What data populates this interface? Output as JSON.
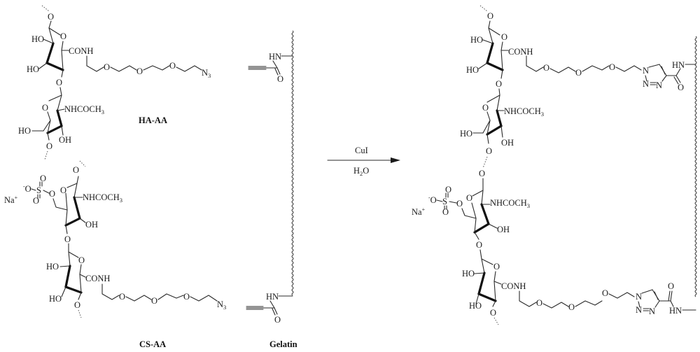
{
  "diagram": {
    "type": "reaction-scheme",
    "reactants": {
      "ha_aa": {
        "label": "HA-AA",
        "groups": {
          "ring1_ho_top": "HO",
          "ring1_ho_bottom": "HO",
          "ring1_ring_o": "O",
          "ring1_link_o": "O",
          "conh": "CONH",
          "peg_o1": "O",
          "peg_o2": "O",
          "peg_o3": "O",
          "azide_n": "N",
          "azide_sub": "3",
          "glyco_o": "O",
          "ring2_ring_o": "O",
          "nhcoch": "NHCOCH",
          "nhcoch_sub": "3",
          "ring2_ho": "HO",
          "ring2_oh": "OH",
          "ring2_link_o": "O"
        }
      },
      "cs_aa": {
        "label": "CS-AA",
        "groups": {
          "na": "Na",
          "na_charge": "+",
          "sulfate_charge": "-",
          "sulfate_o_minus": "O",
          "sulfate_s": "S",
          "sulfate_o_top": "O",
          "sulfate_o_bottom": "O",
          "sulfate_link_o": "O",
          "ring1_top_o": "O",
          "ring1_ring_o": "O",
          "nhcoch": "NHCOCH",
          "nhcoch_sub": "3",
          "ring1_oh": "OH",
          "glyco_o": "O",
          "ring2_ring_o": "O",
          "ring2_ho_top": "HO",
          "ring2_ho_bottom": "HO",
          "conh": "CONH",
          "peg_o1": "O",
          "peg_o2": "O",
          "peg_o3": "O",
          "azide_n": "N",
          "azide_sub": "3",
          "ring2_link_o": "O"
        }
      },
      "gelatin": {
        "label": "Gelatin",
        "groups": {
          "hn_top": "HN",
          "o_top": "O",
          "hn_bottom": "HN",
          "o_bottom": "O"
        }
      }
    },
    "arrow": {
      "reagent_above": "CuI",
      "reagent_below_main": "H",
      "reagent_below_sub": "2",
      "reagent_below_tail": "O"
    },
    "product": {
      "groups": {
        "top_o": "O",
        "ring1_ho_top": "HO",
        "ring1_ho_bottom": "HO",
        "ring1_ring_o": "O",
        "conh_top": "CONH",
        "peg_top_o1": "O",
        "peg_top_o2": "O",
        "peg_top_o3": "O",
        "triazole_top_n1": "N",
        "triazole_top_n2": "N",
        "triazole_top_n3": "N",
        "amide_top_hn": "HN",
        "amide_top_o": "O",
        "glyco_o": "O",
        "ring2_ring_o": "O",
        "nhcoch_top": "NHCOCH",
        "nhcoch_top_sub": "3",
        "ring2_ho": "HO",
        "ring2_oh": "OH",
        "ring2_link_o": "O",
        "na": "Na",
        "na_charge": "+",
        "sulfate_charge": "-",
        "sulfate_o_minus": "O",
        "sulfate_s": "S",
        "sulfate_o_top": "O",
        "sulfate_o_bottom": "O",
        "sulfate_link_o": "O",
        "cs_top_o": "O",
        "cs_ring_o": "O",
        "nhcoch_bottom": "NHCOCH",
        "nhcoch_bottom_sub": "3",
        "cs_oh": "OH",
        "cs_glyco_o": "O",
        "ring4_ring_o": "O",
        "ring4_ho_top": "HO",
        "ring4_ho_bottom": "HO",
        "conh_bottom": "CONH",
        "peg_bot_o1": "O",
        "peg_bot_o2": "O",
        "peg_bot_o3": "O",
        "triazole_bot_n1": "N",
        "triazole_bot_n2": "N",
        "triazole_bot_n3": "N",
        "amide_bot_o": "O",
        "amide_bot_hn": "HN",
        "bottom_o": "O"
      }
    },
    "colors": {
      "background": "#ffffff",
      "ink": "#1a1a1a"
    }
  }
}
